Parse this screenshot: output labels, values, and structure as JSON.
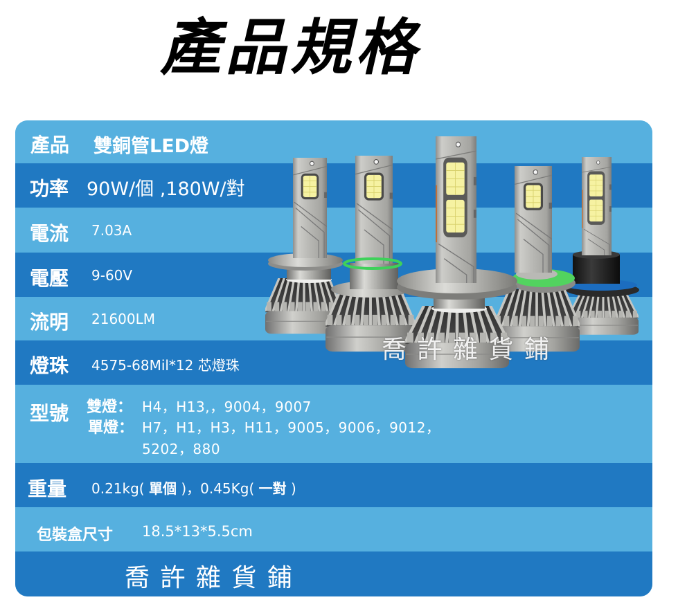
{
  "page": {
    "title": "產品規格"
  },
  "colors": {
    "row_light": "#56b0df",
    "row_dark": "#2079c2",
    "text": "#ffffff",
    "title": "#000000",
    "ring_green": "#3fd15a",
    "ring_blue": "#1c6dc0"
  },
  "spec_table": {
    "product": {
      "label": "產品",
      "value": "雙銅管LED燈"
    },
    "power": {
      "label": "功率",
      "value": "90W/個 ,180W/對"
    },
    "current": {
      "label": "電流",
      "value": "7.03A"
    },
    "voltage": {
      "label": "電壓",
      "value": "9-60V"
    },
    "lumen": {
      "label": "流明",
      "value": "21600LM"
    },
    "led_chip": {
      "label": "燈珠",
      "value": "4575-68Mil*12 芯燈珠"
    },
    "model": {
      "label": "型號",
      "dual": {
        "label": "雙燈：",
        "lines": [
          "H4，H13,，9004，9007"
        ]
      },
      "single": {
        "label": "單燈：",
        "lines": [
          "H7，H1，H3，H11，9005，9006，9012，",
          "5202，880"
        ]
      }
    },
    "weight": {
      "label": "重量",
      "parts": [
        "0.21kg( ",
        "單個",
        " )，0.45Kg(  ",
        "一對",
        "   )"
      ]
    },
    "package_size": {
      "label": "包裝盒尺寸",
      "value": "18.5*13*5.5cm"
    },
    "footer": "喬 許 雜 貨 鋪"
  },
  "product_image": {
    "watermark": "喬 許 雜 貨 鋪",
    "bulb_count": 5
  }
}
